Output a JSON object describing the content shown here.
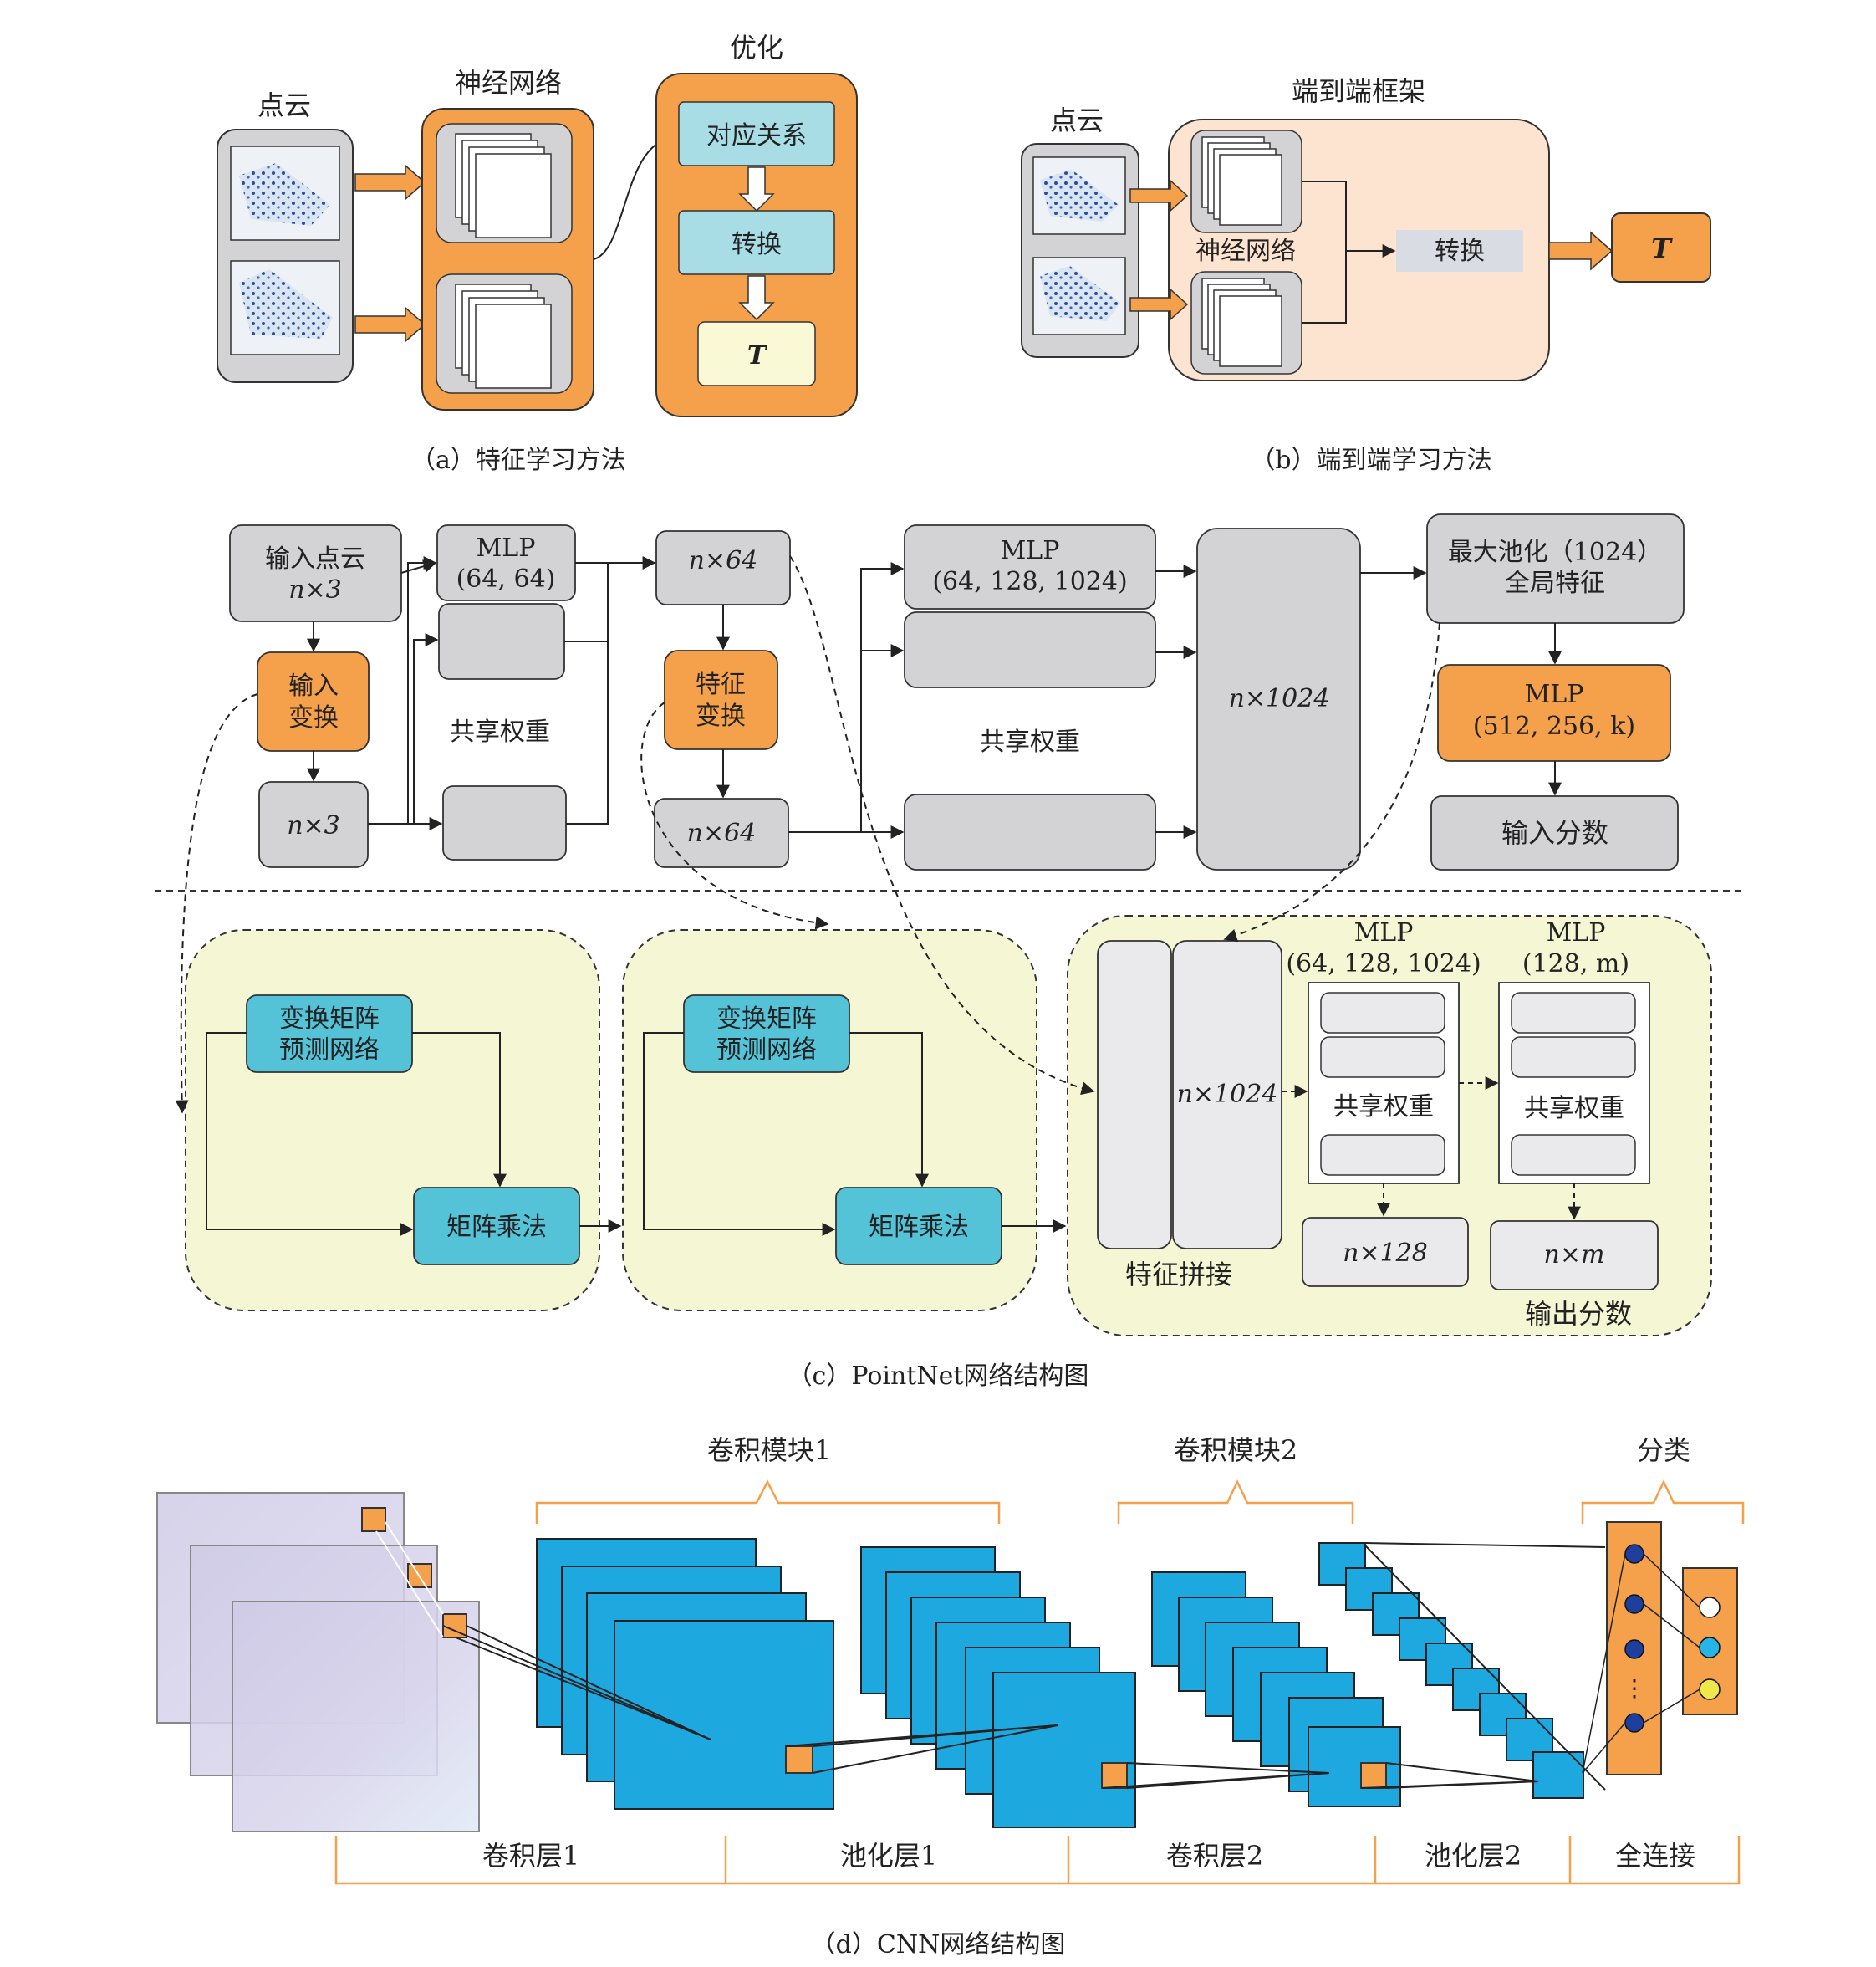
{
  "a": {
    "point_cloud": "点云",
    "neural_net": "神经网络",
    "optimize": "优化",
    "correspondence": "对应关系",
    "transform": "转换",
    "T": "T",
    "caption": "（a）特征学习方法"
  },
  "b": {
    "point_cloud": "点云",
    "framework": "端到端框架",
    "neural_net": "神经网络",
    "transform": "转换",
    "T": "T",
    "caption": "（b）端到端学习方法"
  },
  "c": {
    "input_cloud_l1": "输入点云",
    "input_cloud_l2": "n×3",
    "mlp1_l1": "MLP",
    "mlp1_l2": "(64, 64)",
    "n64_top": "n×64",
    "mlp2_l1": "MLP",
    "mlp2_l2": "(64, 128, 1024)",
    "n1024": "n×1024",
    "maxpool_l1": "最大池化（1024）",
    "maxpool_l2": "全局特征",
    "input_transform_l1": "输入",
    "input_transform_l2": "变换",
    "shared1": "共享权重",
    "feat_transform_l1": "特征",
    "feat_transform_l2": "变换",
    "shared2": "共享权重",
    "mlp3_l1": "MLP",
    "mlp3_l2": "(512, 256, k)",
    "n3": "n×3",
    "n64_bottom": "n×64",
    "input_score": "输入分数",
    "tnet1_l1": "变换矩阵",
    "tnet1_l2": "预测网络",
    "matmul1": "矩阵乘法",
    "tnet2_l1": "变换矩阵",
    "tnet2_l2": "预测网络",
    "matmul2": "矩阵乘法",
    "seg_n1024": "n×1024",
    "concat": "特征拼接",
    "mlp4_l1": "MLP",
    "mlp4_l2": "(64, 128, 1024)",
    "shared3": "共享权重",
    "mlp5_l1": "MLP",
    "mlp5_l2": "(128, m)",
    "shared4": "共享权重",
    "n128": "n×128",
    "nm": "n×m",
    "output_score": "输出分数",
    "caption": "（c）PointNet网络结构图"
  },
  "d": {
    "conv_block1": "卷积模块1",
    "conv_block2": "卷积模块2",
    "classify": "分类",
    "conv1": "卷积层1",
    "pool1": "池化层1",
    "conv2": "卷积层2",
    "pool2": "池化层2",
    "fc": "全连接",
    "caption": "（d）CNN网络结构图"
  },
  "colors": {
    "orange": "#f5a04a",
    "gray": "#d3d3d5",
    "cyan": "#a8dde6",
    "teal": "#54c3d8",
    "cream": "#f9f9d6",
    "peach": "#fde4d0",
    "lightyellow": "#f5f6d4",
    "cnnblue": "#1ea8e0",
    "output_white": "#ffffff",
    "output_cyan": "#26b5e6",
    "output_yellow": "#eee84a"
  }
}
